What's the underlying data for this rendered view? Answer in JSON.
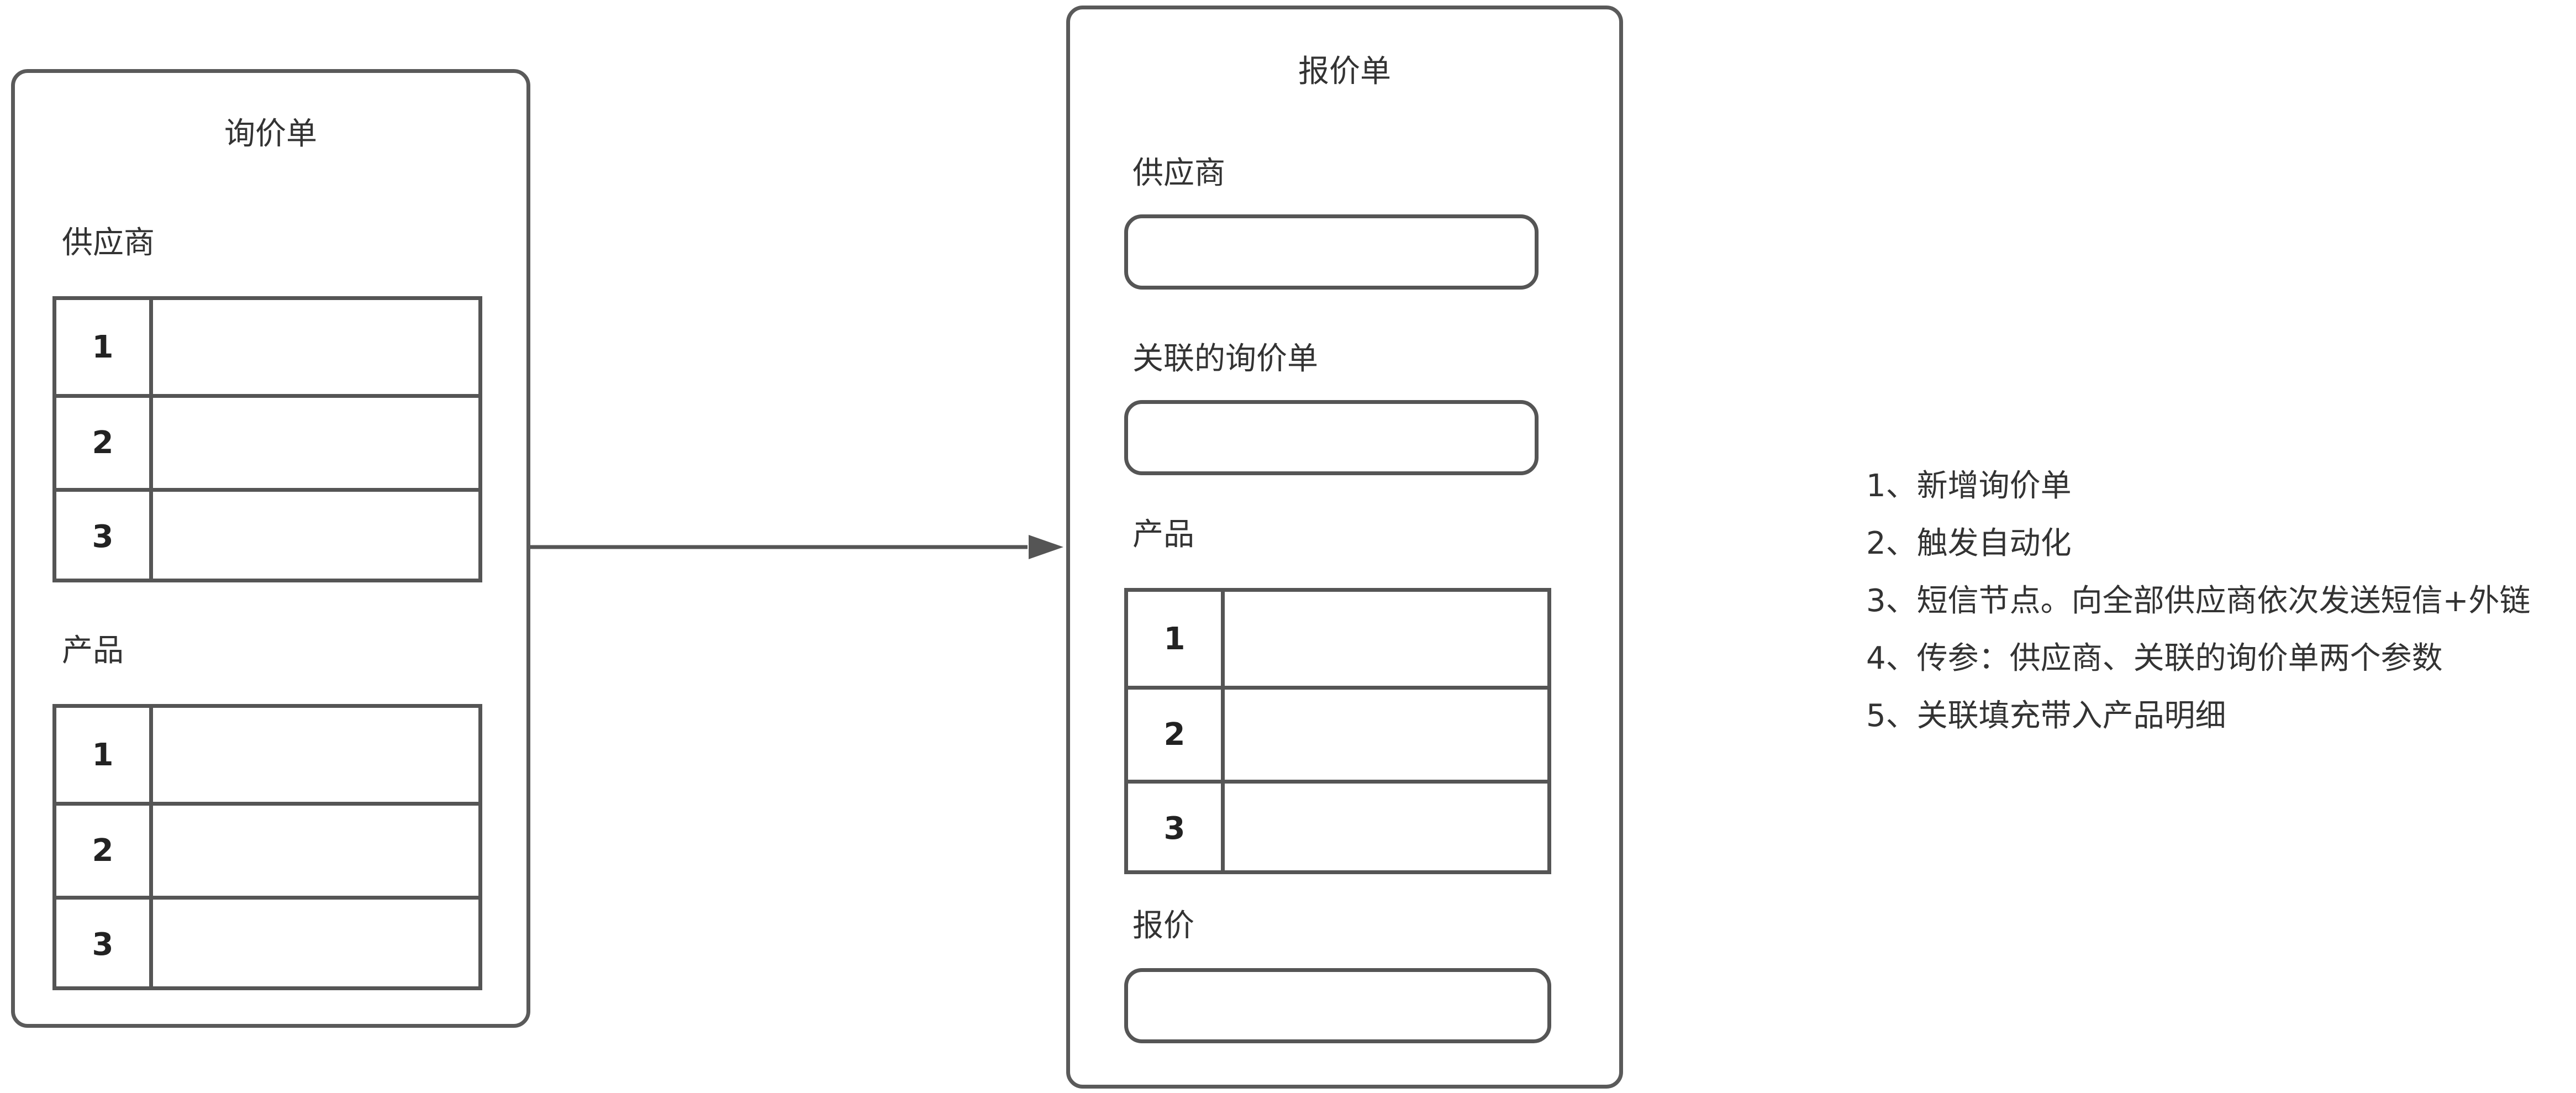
{
  "inquiry_form": {
    "title": "询价单",
    "supplier_label": "供应商",
    "supplier_rows": [
      "1",
      "2",
      "3"
    ],
    "product_label": "产品",
    "product_rows": [
      "1",
      "2",
      "3"
    ]
  },
  "quote_form": {
    "title": "报价单",
    "supplier_label": "供应商",
    "related_inquiry_label": "关联的询价单",
    "product_label": "产品",
    "product_rows": [
      "1",
      "2",
      "3"
    ],
    "quote_label": "报价"
  },
  "notes": [
    "1、新增询价单",
    "2、触发自动化",
    "3、短信节点。向全部供应商依次发送短信+外链",
    "4、传参：供应商、关联的询价单两个参数",
    "5、关联填充带入产品明细"
  ]
}
